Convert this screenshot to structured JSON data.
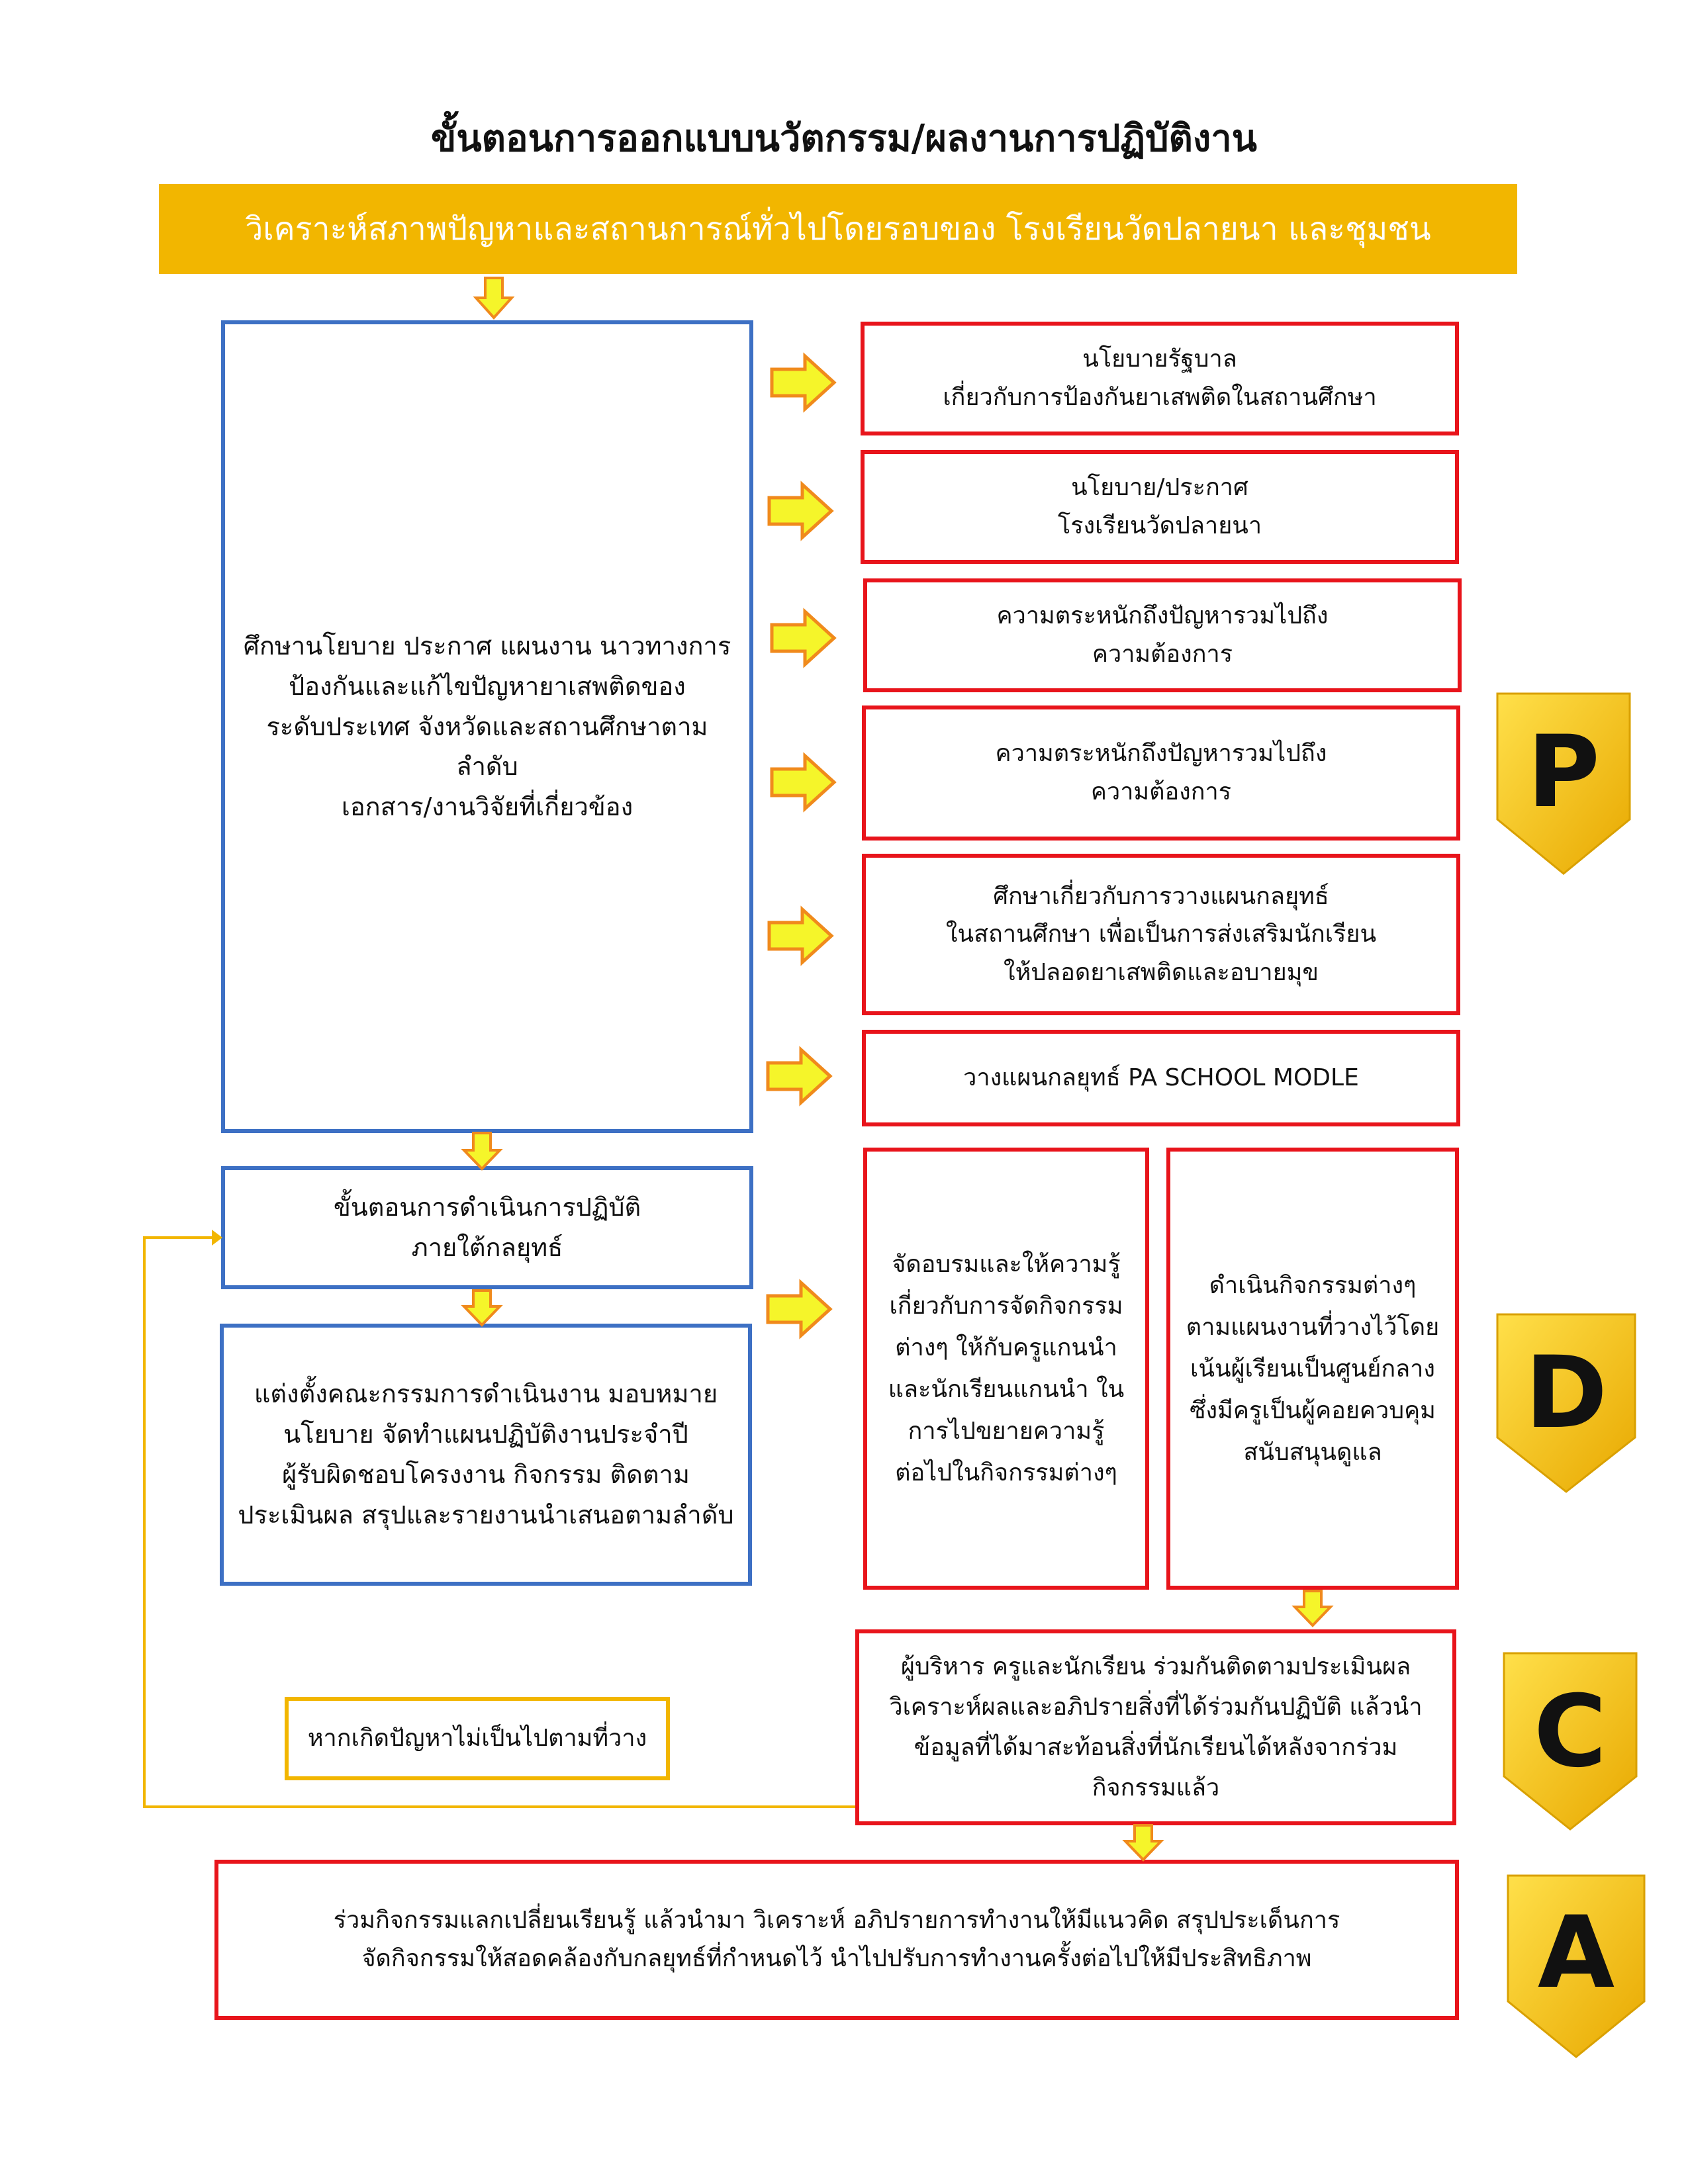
{
  "title": "ขั้นตอนการออกแบบนวัตกรรม/ผลงานการปฏิบัติงาน",
  "banner": "วิเคราะห์สภาพปัญหาและสถานการณ์ทั่วไปโดยรอบของ โรงเรียนวัดปลายนา และชุมชน",
  "left_boxes": {
    "study": "ศึกษานโยบาย ประกาศ แผนงาน นาวทางการ\nป้องกันและแก้ไขปัญหายาเสพติดของ\nระดับประเทศ จังหวัดและสถานศึกษาตามลำดับ\nเอกสาร/งานวิจัยที่เกี่ยวข้อง",
    "steps": "ขั้นตอนการดำเนินการปฏิบัติ\nภายใต้กลยุทธ์",
    "committee": "แต่งตั้งคณะกรรมการดำเนินงาน มอบหมาย\nนโยบาย จัดทำแผนปฏิบัติงานประจำปี\nผู้รับผิดชอบโครงงาน กิจกรรม ติดตาม\nประเมินผล สรุปและรายงานนำเสนอตามลำดับ"
  },
  "plan_boxes": [
    "นโยบายรัฐบาล\nเกี่ยวกับการป้องกันยาเสพติดในสถานศึกษา",
    "นโยบาย/ประกาศ\nโรงเรียนวัดปลายนา",
    "ความตระหนักถึงปัญหารวมไปถึง\nความต้องการ",
    "ความตระหนักถึงปัญหารวมไปถึง\nความต้องการ",
    "ศึกษาเกี่ยวกับการวางแผนกลยุทธ์\nในสถานศึกษา เพื่อเป็นการส่งเสริมนักเรียน\nให้ปลอดยาเสพติดและอบายมุข",
    "วางแผนกลยุทธ์ PA SCHOOL MODLE"
  ],
  "do_boxes": {
    "training": "จัดอบรมและให้ความรู้\nเกี่ยวกับการจัดกิจกรรม\nต่างๆ ให้กับครูแกนนำ\nและนักเรียนแกนนำ ใน\nการไปขยายความรู้\nต่อไปในกิจกรรมต่างๆ",
    "activities": "ดำเนินกิจกรรมต่างๆ\nตามแผนงานที่วางไว้โดย\nเน้นผู้เรียนเป็นศูนย์กลาง\nซึ่งมีครูเป็นผู้คอยควบคุม\nสนับสนุนดูแล"
  },
  "check_box": "ผู้บริหาร ครูและนักเรียน ร่วมกันติดตามประเมินผล\nวิเคราะห์ผลและอภิปรายสิ่งที่ได้ร่วมกันปฏิบัติ แล้วนำ\nข้อมูลที่ได้มาสะท้อนสิ่งที่นักเรียนได้หลังจากร่วม\nกิจกรรมแล้ว",
  "feedback_note": "หากเกิดปัญหาไม่เป็นไปตามที่วาง",
  "act_box": "ร่วมกิจกรรมแลกเปลี่ยนเรียนรู้ แล้วนำมา วิเคราะห์ อภิปรายการทำงานให้มีแนวคิด สรุปประเด็นการ\nจัดกิจกรรมให้สอดคล้องกับกลยุทธ์ที่กำหนดไว้ นำไปปรับการทำงานครั้งต่อไปให้มีประสิทธิภาพ",
  "pdca": [
    "P",
    "D",
    "C",
    "A"
  ],
  "colors": {
    "banner": "#f2b600",
    "blue_border": "#3d70c4",
    "red_border": "#e8141b",
    "arrow_fill": "#f5f52a",
    "arrow_stroke": "#f08a1c",
    "pdca_gold": "#f7c600"
  }
}
